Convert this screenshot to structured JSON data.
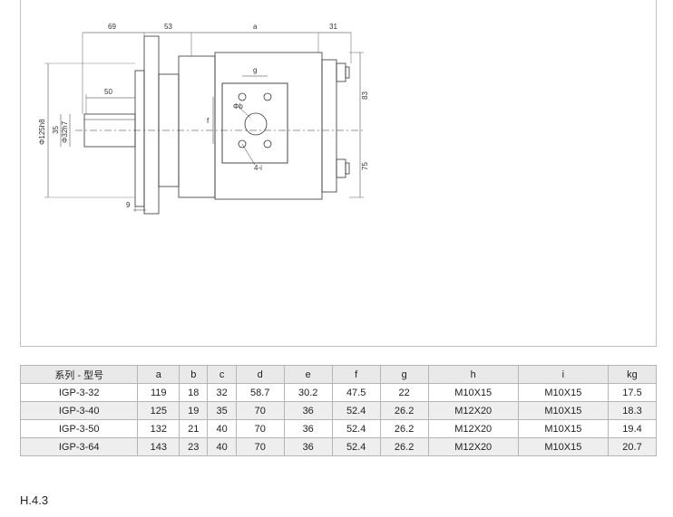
{
  "drawing": {
    "dims": {
      "d69": "69",
      "d53": "53",
      "da": "a",
      "d31": "31",
      "d50": "50",
      "d9": "9",
      "d83": "83",
      "d75": "75",
      "g": "g",
      "phi_b": "Φb",
      "f": "f",
      "holes": "4-i",
      "phi125": "Φ125h8",
      "d35": "35",
      "phi32": "Φ32h7"
    }
  },
  "table": {
    "headers": [
      "系列 - 型号",
      "a",
      "b",
      "c",
      "d",
      "e",
      "f",
      "g",
      "h",
      "i",
      "kg"
    ],
    "rows": [
      [
        "IGP-3-32",
        "119",
        "18",
        "32",
        "58.7",
        "30.2",
        "47.5",
        "22",
        "M10X15",
        "M10X15",
        "17.5"
      ],
      [
        "IGP-3-40",
        "125",
        "19",
        "35",
        "70",
        "36",
        "52.4",
        "26.2",
        "M12X20",
        "M10X15",
        "18.3"
      ],
      [
        "IGP-3-50",
        "132",
        "21",
        "40",
        "70",
        "36",
        "52.4",
        "26.2",
        "M12X20",
        "M10X15",
        "19.4"
      ],
      [
        "IGP-3-64",
        "143",
        "23",
        "40",
        "70",
        "36",
        "52.4",
        "26.2",
        "M12X20",
        "M10X15",
        "20.7"
      ]
    ]
  },
  "figure_label": "H.4.3"
}
